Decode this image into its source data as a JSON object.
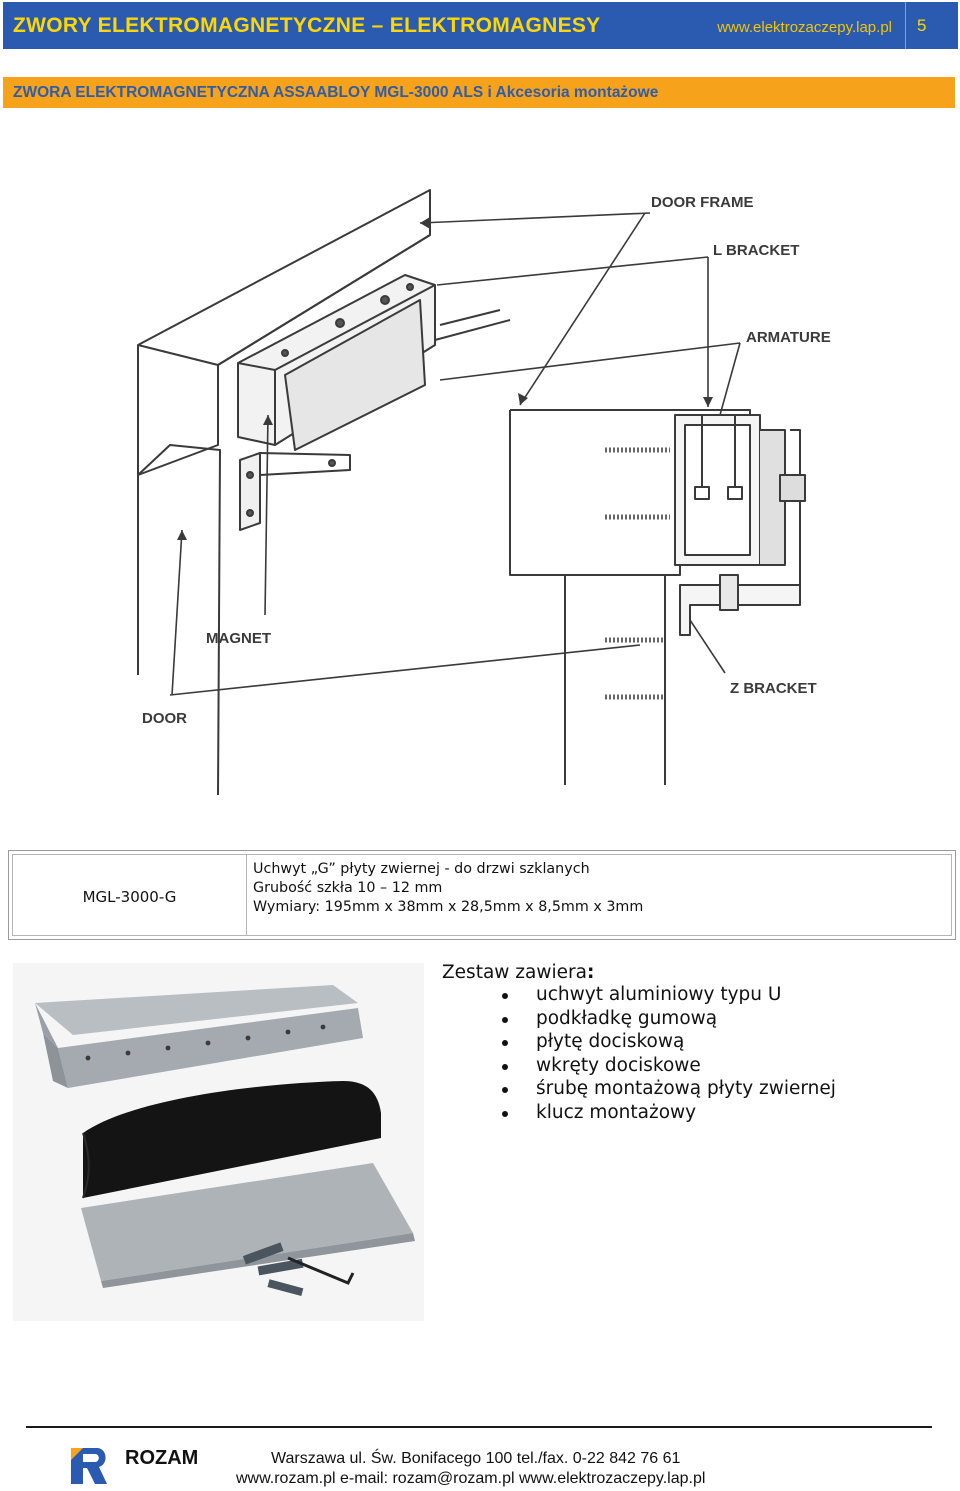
{
  "header": {
    "title": "ZWORY ELEKTROMAGNETYCZNE – ELEKTROMAGNESY",
    "url": "www.elektrozaczepy.lap.pl",
    "page_number": "5"
  },
  "subheader": {
    "title": "ZWORA ELEKTROMAGNETYCZNA ASSAABLOY MGL-3000 ALS i Akcesoria montażowe"
  },
  "diagram": {
    "labels": {
      "door_frame": "DOOR FRAME",
      "l_bracket": "L BRACKET",
      "armature": "ARMATURE",
      "magnet": "MAGNET",
      "z_bracket": "Z BRACKET",
      "door": "DOOR"
    }
  },
  "spec": {
    "code": "MGL-3000-G",
    "lines": [
      "Uchwyt „G” płyty zwiernej - do drzwi szklanych",
      "Grubość szkła 10 – 12 mm",
      "Wymiary: 195mm x 38mm x 28,5mm x 8,5mm x 3mm"
    ]
  },
  "kit": {
    "title": "Zestaw zawiera",
    "title_suffix": ":",
    "items": [
      "uchwyt aluminiowy typu U",
      "podkładkę gumową",
      "płytę dociskową",
      "wkręty dociskowe",
      "śrubę montażową płyty zwiernej",
      "klucz montażowy"
    ]
  },
  "footer": {
    "brand": "ROZAM",
    "address": "Warszawa ul. Św. Bonifacego 100  tel./fax. 0-22 842 76 61",
    "contact": "www.rozam.pl  e-mail: rozam@rozam.pl  www.elektrozaczepy.lap.pl"
  },
  "colors": {
    "header_bg": "#2a5bb0",
    "header_text": "#ffd700",
    "subheader_bg": "#f7a21b",
    "subheader_text": "#2f5da8"
  }
}
